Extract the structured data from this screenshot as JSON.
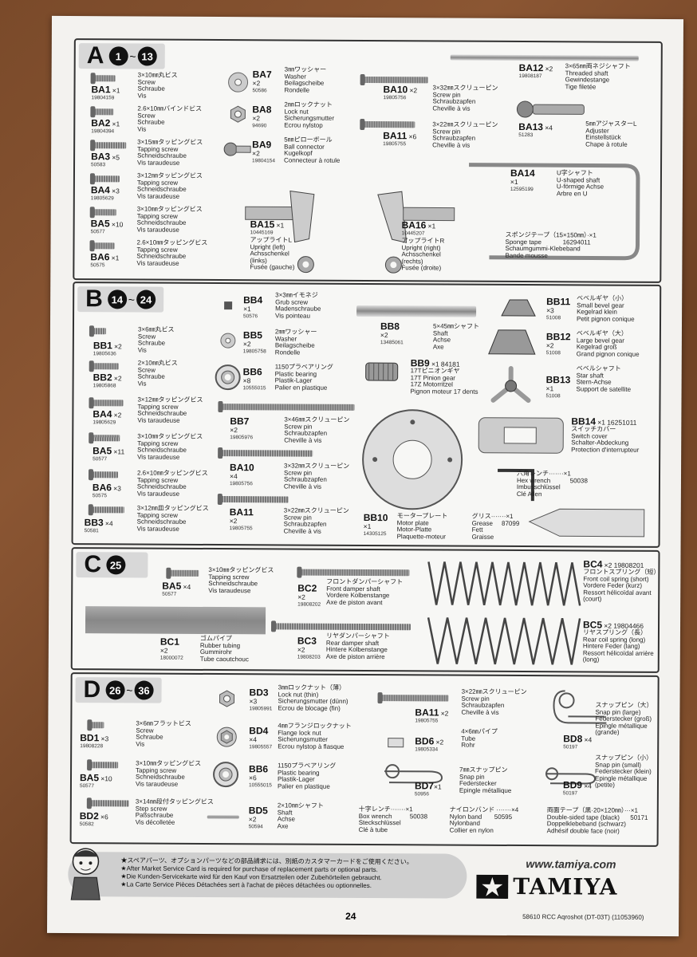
{
  "sections": {
    "a": {
      "letter": "A",
      "from": "1",
      "to": "13"
    },
    "b": {
      "letter": "B",
      "from": "14",
      "to": "24"
    },
    "c": {
      "letter": "C",
      "step": "25"
    },
    "d": {
      "letter": "D",
      "from": "26",
      "to": "36"
    }
  },
  "range_sep": "~",
  "a_parts": {
    "ba1": {
      "code": "BA1",
      "qty": "×1",
      "pn": "19804159",
      "desc": [
        "3×10㎜丸ビス",
        "Screw",
        "Schraube",
        "Vis"
      ]
    },
    "ba2": {
      "code": "BA2",
      "qty": "×1",
      "pn": "19804394",
      "desc": [
        "2.6×10㎜バインドビス",
        "Screw",
        "Schraube",
        "Vis"
      ]
    },
    "ba3": {
      "code": "BA3",
      "qty": "×5",
      "pn": "50583",
      "desc": [
        "3×15㎜タッピングビス",
        "Tapping screw",
        "Schneidschraube",
        "Vis taraudeuse"
      ]
    },
    "ba4": {
      "code": "BA4",
      "qty": "×3",
      "pn": "19805629",
      "desc": [
        "3×12㎜タッピングビス",
        "Tapping screw",
        "Schneidschraube",
        "Vis taraudeuse"
      ]
    },
    "ba5": {
      "code": "BA5",
      "qty": "×10",
      "pn": "50577",
      "desc": [
        "3×10㎜タッピングビス",
        "Tapping screw",
        "Schneidschraube",
        "Vis taraudeuse"
      ]
    },
    "ba6": {
      "code": "BA6",
      "qty": "×1",
      "pn": "50575",
      "desc": [
        "2.6×10㎜タッピングビス",
        "Tapping screw",
        "Schneidschraube",
        "Vis taraudeuse"
      ]
    },
    "ba7": {
      "code": "BA7",
      "qty": "×2",
      "pn": "50586",
      "desc": [
        "3㎜ワッシャー",
        "Washer",
        "Beilagscheibe",
        "Rondelle"
      ]
    },
    "ba8": {
      "code": "BA8",
      "qty": "×2",
      "pn": "94690",
      "desc": [
        "2㎜ロックナット",
        "Lock nut",
        "Sicherungsmutter",
        "Ecrou nylstop"
      ]
    },
    "ba9": {
      "code": "BA9",
      "qty": "×2",
      "pn": "19804154",
      "desc": [
        "5㎜ピローボール",
        "Ball connector",
        "Kugelkopf",
        "Connecteur à rotule"
      ]
    },
    "ba10": {
      "code": "BA10",
      "qty": "×2",
      "pn": "19805756",
      "desc": [
        "3×32㎜スクリューピン",
        "Screw pin",
        "Schraubzapfen",
        "Cheville à vis"
      ]
    },
    "ba11": {
      "code": "BA11",
      "qty": "×6",
      "pn": "19805755",
      "desc": [
        "3×22㎜スクリューピン",
        "Screw pin",
        "Schraubzapfen",
        "Cheville à vis"
      ]
    },
    "ba12": {
      "code": "BA12",
      "qty": "×2",
      "pn": "19808187",
      "desc": [
        "3×65㎜両ネジシャフト",
        "Threaded shaft",
        "Gewindestange",
        "Tige filetée"
      ]
    },
    "ba13": {
      "code": "BA13",
      "qty": "×4",
      "pn": "51283",
      "desc": [
        "5㎜アジャスターL",
        "Adjuster",
        "Einstellstück",
        "Chape à rotule"
      ]
    },
    "ba14": {
      "code": "BA14",
      "qty": "×1",
      "pn": "12595199",
      "desc": [
        "U字シャフト",
        "U-shaped shaft",
        "U-förmige Achse",
        "Arbre en U"
      ]
    },
    "ba15": {
      "code": "BA15",
      "qty": "×1",
      "pn": "10445169",
      "desc": [
        "アップライトL",
        "Upright (left)",
        "Achsschenkel",
        "(links)",
        "Fusée (gauche)"
      ]
    },
    "ba16": {
      "code": "BA16",
      "qty": "×1",
      "pn": "10445207",
      "desc": [
        "アップライトR",
        "Upright (right)",
        "Achsschenkel",
        "(rechts)",
        "Fusée (droite)"
      ]
    },
    "sponge": {
      "title": "スポンジテープ（15×150㎜）·×1",
      "desc": [
        "Sponge tape",
        "Schaumgummi-Klebeband",
        "Bande mousse"
      ],
      "pn": "16294011"
    }
  },
  "b_parts": {
    "bb1": {
      "code": "BB1",
      "qty": "×2",
      "pn": "19805636",
      "desc": [
        "3×6㎜丸ビス",
        "Screw",
        "Schraube",
        "Vis"
      ]
    },
    "bb2": {
      "code": "BB2",
      "qty": "×2",
      "pn": "19805868",
      "desc": [
        "2×10㎜丸ビス",
        "Screw",
        "Schraube",
        "Vis"
      ]
    },
    "ba4": {
      "code": "BA4",
      "qty": "×2",
      "pn": "19805629",
      "desc": [
        "3×12㎜タッピングビス",
        "Tapping screw",
        "Schneidschraube",
        "Vis taraudeuse"
      ]
    },
    "ba5": {
      "code": "BA5",
      "qty": "×11",
      "pn": "50577",
      "desc": [
        "3×10㎜タッピングビス",
        "Tapping screw",
        "Schneidschraube",
        "Vis taraudeuse"
      ]
    },
    "ba6": {
      "code": "BA6",
      "qty": "×3",
      "pn": "50575",
      "desc": [
        "2.6×10㎜タッピングビス",
        "Tapping screw",
        "Schneidschraube",
        "Vis taraudeuse"
      ]
    },
    "bb3": {
      "code": "BB3",
      "qty": "×4",
      "pn": "50581",
      "desc": [
        "3×12㎜皿タッピングビス",
        "Tapping screw",
        "Schneidschraube",
        "Vis taraudeuse"
      ]
    },
    "bb4": {
      "code": "BB4",
      "qty": "×1",
      "pn": "50576",
      "desc": [
        "3×3㎜イモネジ",
        "Grub screw",
        "Madenschraube",
        "Vis pointeau"
      ]
    },
    "bb5": {
      "code": "BB5",
      "qty": "×2",
      "pn": "19805758",
      "desc": [
        "2㎜ワッシャー",
        "Washer",
        "Beilagscheibe",
        "Rondelle"
      ]
    },
    "bb6": {
      "code": "BB6",
      "qty": "×8",
      "pn": "10555015",
      "desc": [
        "1150プラベアリング",
        "Plastic bearing",
        "Plastik-Lager",
        "Palier en plastique"
      ]
    },
    "bb7": {
      "code": "BB7",
      "qty": "×2",
      "pn": "19805976",
      "desc": [
        "3×46㎜スクリューピン",
        "Screw pin",
        "Schraubzapfen",
        "Cheville à vis"
      ]
    },
    "ba10": {
      "code": "BA10",
      "qty": "×4",
      "pn": "19805756",
      "desc": [
        "3×32㎜スクリューピン",
        "Screw pin",
        "Schraubzapfen",
        "Cheville à vis"
      ]
    },
    "ba11": {
      "code": "BA11",
      "qty": "×2",
      "pn": "19805755",
      "desc": [
        "3×22㎜スクリューピン",
        "Screw pin",
        "Schraubzapfen",
        "Cheville à vis"
      ]
    },
    "bb8": {
      "code": "BB8",
      "qty": "×2",
      "pn": "13485061",
      "desc": [
        "5×45㎜シャフト",
        "Shaft",
        "Achse",
        "Axe"
      ]
    },
    "bb9": {
      "code": "BB9",
      "qty": "×1",
      "pn": "84181",
      "desc": [
        "17Tピニオンギヤ",
        "17T Pinion gear",
        "17Z Motorritzel",
        "Pignon moteur 17 dents"
      ]
    },
    "bb10": {
      "code": "BB10",
      "qty": "×1",
      "pn": "14305125",
      "desc": [
        "モータープレート",
        "Motor plate",
        "Motor-Platte",
        "Plaquette-moteur"
      ]
    },
    "bb11": {
      "code": "BB11",
      "qty": "×3",
      "pn": "51008",
      "desc": [
        "ベベルギヤ（小）",
        "Small bevel gear",
        "Kegelrad klein",
        "Petit pignon conique"
      ]
    },
    "bb12": {
      "code": "BB12",
      "qty": "×2",
      "pn": "51008",
      "desc": [
        "ベベルギヤ（大）",
        "Large bevel gear",
        "Kegelrad groß",
        "Grand pignon conique"
      ]
    },
    "bb13": {
      "code": "BB13",
      "qty": "×1",
      "pn": "51008",
      "desc": [
        "ベベルシャフト",
        "Star shaft",
        "Stern-Achse",
        "Support de satellite"
      ]
    },
    "bb14": {
      "code": "BB14",
      "qty": "×1",
      "pn": "16251011",
      "desc": [
        "スイッチカバー",
        "Switch cover",
        "Schalter-Abdeckung",
        "Protection d'interrupteur"
      ]
    },
    "hex": {
      "title": "六角レンチ·······×1",
      "pn": "50038",
      "desc": [
        "Hex wrench",
        "Imbusschlüssel",
        "Clé Allen"
      ]
    },
    "grease": {
      "title": "グリス·······×1",
      "pn": "87099",
      "desc": [
        "Grease",
        "Fett",
        "Graisse"
      ]
    }
  },
  "c_parts": {
    "ba5": {
      "code": "BA5",
      "qty": "×4",
      "pn": "50577",
      "desc": [
        "3×10㎜タッピングビス",
        "Tapping screw",
        "Schneidschraube",
        "Vis taraudeuse"
      ]
    },
    "bc1": {
      "code": "BC1",
      "qty": "×2",
      "pn": "18000072",
      "desc": [
        "ゴムパイプ",
        "Rubber tubing",
        "Gummirohr",
        "Tube caoutchouc"
      ]
    },
    "bc2": {
      "code": "BC2",
      "qty": "×2",
      "pn": "19808202",
      "desc": [
        "フロントダンパーシャフト",
        "Front damper shaft",
        "Vordere Kolbenstange",
        "Axe de piston avant"
      ]
    },
    "bc3": {
      "code": "BC3",
      "qty": "×2",
      "pn": "19808203",
      "desc": [
        "リヤダンパーシャフト",
        "Rear damper shaft",
        "Hintere Kolbenstange",
        "Axe de piston arrière"
      ]
    },
    "bc4": {
      "code": "BC4",
      "qty": "×2",
      "pn": "19808201",
      "desc": [
        "フロントスプリング（短）",
        "Front coil spring (short)",
        "Vordere Feder (kurz)",
        "Ressort hélicoïdal avant",
        "(court)"
      ]
    },
    "bc5": {
      "code": "BC5",
      "qty": "×2",
      "pn": "19804466",
      "desc": [
        "リヤスプリング（長）",
        "Rear coil spring (long)",
        "Hintere Feder (lang)",
        "Ressort hélicoïdal arrière",
        "(long)"
      ]
    }
  },
  "d_parts": {
    "bd1": {
      "code": "BD1",
      "qty": "×3",
      "pn": "19808228",
      "desc": [
        "3×6㎜フラットビス",
        "Screw",
        "Schraube",
        "Vis"
      ]
    },
    "ba5": {
      "code": "BA5",
      "qty": "×10",
      "pn": "50577",
      "desc": [
        "3×10㎜タッピングビス",
        "Tapping screw",
        "Schneidschraube",
        "Vis taraudeuse"
      ]
    },
    "bd2": {
      "code": "BD2",
      "qty": "×6",
      "pn": "50582",
      "desc": [
        "3×14㎜段付タッピングビス",
        "Step screw",
        "Paßschraube",
        "Vis décolletée"
      ]
    },
    "bd3": {
      "code": "BD3",
      "qty": "×3",
      "pn": "19805991",
      "desc": [
        "3㎜ロックナット（薄）",
        "Lock nut (thin)",
        "Sicherungsmutter (dünn)",
        "Ecrou de blocage (fin)"
      ]
    },
    "bd4": {
      "code": "BD4",
      "qty": "×4",
      "pn": "19805557",
      "desc": [
        "4㎜フランジロックナット",
        "Flange lock nut",
        "Sicherungsmutter",
        "Ecrou nylstop à flasque"
      ]
    },
    "bb6": {
      "code": "BB6",
      "qty": "×6",
      "pn": "10555015",
      "desc": [
        "1150プラベアリング",
        "Plastic bearing",
        "Plastik-Lager",
        "Palier en plastique"
      ]
    },
    "bd5": {
      "code": "BD5",
      "qty": "×2",
      "pn": "50594",
      "desc": [
        "2×10㎜シャフト",
        "Shaft",
        "Achse",
        "Axe"
      ]
    },
    "ba11": {
      "code": "BA11",
      "qty": "×2",
      "pn": "19805755",
      "desc": [
        "3×22㎜スクリューピン",
        "Screw pin",
        "Schraubzapfen",
        "Cheville à vis"
      ]
    },
    "bd6": {
      "code": "BD6",
      "qty": "×2",
      "pn": "19805334",
      "desc": [
        "4×6㎜パイプ",
        "Tube",
        "Rohr"
      ]
    },
    "bd7": {
      "code": "BD7",
      "qty": "×1",
      "pn": "50956",
      "desc": [
        "7㎜スナップピン",
        "Snap pin",
        "Federstecker",
        "Epingle métallique"
      ]
    },
    "bd8": {
      "code": "BD8",
      "qty": "×4",
      "pn": "50197",
      "desc": [
        "スナップピン（大）",
        "Snap pin (large)",
        "Federstecker (groß)",
        "Epingle métallique",
        "(grande)"
      ]
    },
    "bd9": {
      "code": "BD9",
      "qty": "×4",
      "pn": "50197",
      "desc": [
        "スナップピン（小）",
        "Snap pin (small)",
        "Federstecker (klein)",
        "Epingle métallique",
        "(petite)"
      ]
    },
    "box": {
      "title": "十字レンチ·······×1",
      "pn": "50038",
      "desc": [
        "Box wrench",
        "Steckschlüssel",
        "Clé à tube"
      ]
    },
    "nylon": {
      "title": "ナイロンバンド ·······×4",
      "pn": "50595",
      "desc": [
        "Nylon band",
        "Nylonband",
        "Collier en nylon"
      ]
    },
    "tape": {
      "title": "両面テープ（黒·20×120㎜）···×1",
      "pn": "50171",
      "desc": [
        "Double-sided tape (black)",
        "Doppelklebeband (schwarz)",
        "Adhésif double face (noir)"
      ]
    }
  },
  "footer": {
    "lines": [
      "★スペアパーツ、オプションパーツなどの部品請求には、別紙のカスタマーカードをご使用ください。",
      "★After Market Service Card is required for purchase of replacement parts or optional parts.",
      "★Die Kunden-Servicekarte wird für den Kauf von Ersatzteilen oder Zubehörteilen gebraucht.",
      "★La Carte Service Pièces Détachées sert à l'achat de pièces détachées ou optionnelles."
    ],
    "url": "www.tamiya.com",
    "brand": "TAMIYA",
    "page": "24",
    "product": "58610 RCC Aqroshot (DT-03T) (11053960)"
  }
}
